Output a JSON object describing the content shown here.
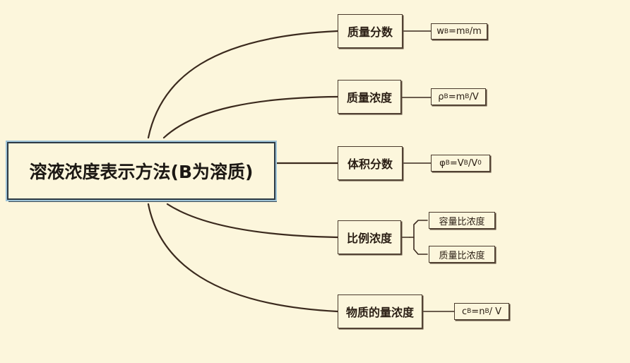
{
  "root": {
    "label": "溶液浓度表示方法(B为溶质)"
  },
  "topics": [
    {
      "label": "质量分数"
    },
    {
      "label": "质量浓度"
    },
    {
      "label": "体积分数"
    },
    {
      "label": "比例浓度"
    },
    {
      "label": "物质的量浓度"
    }
  ],
  "formulas": {
    "mass_fraction": {
      "a": "w",
      "a_sub": "B",
      "b": "=m",
      "b_sub": "B",
      "c": "/m"
    },
    "mass_concentration": {
      "a": "ρ",
      "a_sub": "B",
      "b": "=m",
      "b_sub": "B",
      "c": "/V"
    },
    "volume_fraction": {
      "a": "φ",
      "a_sub": "B",
      "b": "=V",
      "b_sub": "B",
      "c": "/V",
      "c_sub": "0"
    },
    "amount_concentration": {
      "a": "c",
      "a_sub": "B",
      "b": "=n",
      "b_sub": "B",
      "c": "/ V"
    }
  },
  "ratio_children": [
    "容量比浓度",
    "质量比浓度"
  ],
  "colors": {
    "background": "#fcf6dc",
    "line": "#3b2a1e",
    "root_border": "#9fc4d8"
  }
}
